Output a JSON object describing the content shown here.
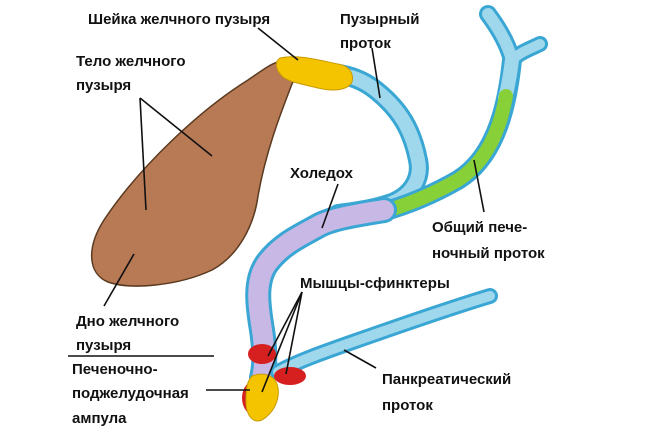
{
  "labels": {
    "gallbladder_neck": "Шейка желчного пузыря",
    "cystic_duct_1": "Пузырный",
    "cystic_duct_2": "проток",
    "gallbladder_body_1": "Тело желчного",
    "gallbladder_body_2": "пузыря",
    "choledochus": "Холедох",
    "common_hepatic_duct_1": "Общий пече-",
    "common_hepatic_duct_2": "ночный проток",
    "sphincter_muscles": "Мышцы-сфинктеры",
    "gallbladder_fundus_1": "Дно желчного",
    "gallbladder_fundus_2": "пузыря",
    "hepatopancreatic_ampulla_1": "Печеночно-",
    "hepatopancreatic_ampulla_2": "поджелудочная",
    "hepatopancreatic_ampulla_3": "ампула",
    "pancreatic_duct_1": "Панкреатический",
    "pancreatic_duct_2": "проток"
  },
  "colors": {
    "gallbladder": "#b87a55",
    "duct": "#9fd8ec",
    "duct_outline": "#3aa6d4",
    "neck": "#f5c400",
    "common_hepatic": "#88d038",
    "choledochus": "#c8b8e6",
    "sphincter": "#d62020",
    "ampulla": "#f5c400"
  }
}
